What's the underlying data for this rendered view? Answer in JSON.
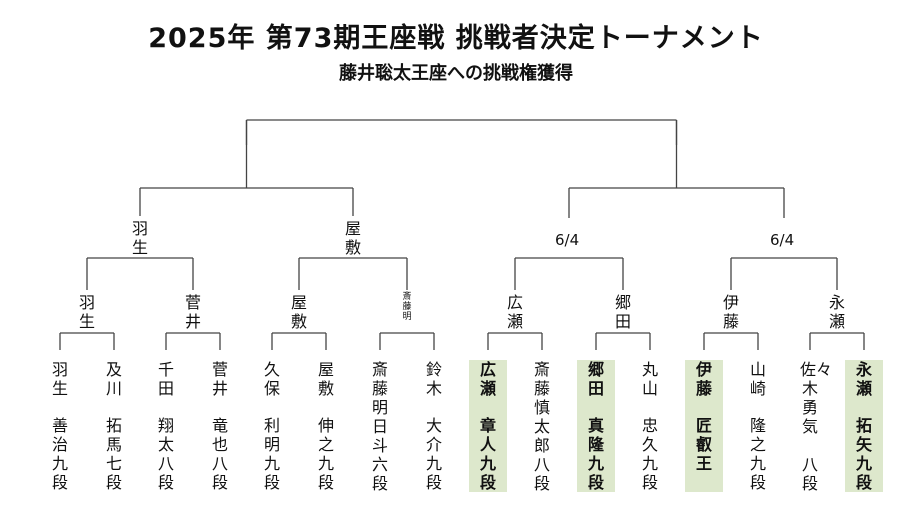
{
  "header": {
    "title": "2025年 第73期王座戦 挑戦者決定トーナメント",
    "subtitle": "藤井聡太王座への挑戦権獲得"
  },
  "tournament": {
    "players": [
      {
        "family": "羽生",
        "given": "善治九段",
        "highlight": false
      },
      {
        "family": "及川",
        "given": "拓馬七段",
        "highlight": false
      },
      {
        "family": "千田",
        "given": "翔太八段",
        "highlight": false
      },
      {
        "family": "菅井",
        "given": "竜也八段",
        "highlight": false
      },
      {
        "family": "久保",
        "given": "利明九段",
        "highlight": false
      },
      {
        "family": "屋敷",
        "given": "伸之九段",
        "highlight": false
      },
      {
        "family": "斎藤明日斗",
        "given": "六段",
        "highlight": false
      },
      {
        "family": "鈴木",
        "given": "大介九段",
        "highlight": false
      },
      {
        "family": "広瀬",
        "given": "章人九段",
        "highlight": true
      },
      {
        "family": "斎藤慎太郎",
        "given": "八段",
        "highlight": false
      },
      {
        "family": "郷田",
        "given": "真隆九段",
        "highlight": true
      },
      {
        "family": "丸山",
        "given": "忠久九段",
        "highlight": false
      },
      {
        "family": "伊藤",
        "given": "匠叡王",
        "highlight": true
      },
      {
        "family": "山崎",
        "given": "隆之九段",
        "highlight": false
      },
      {
        "family": "佐々木勇気",
        "given": "八段",
        "highlight": false
      },
      {
        "family": "永瀬",
        "given": "拓矢九段",
        "highlight": true
      }
    ],
    "round1_winners": [
      "羽生",
      "菅井",
      "屋敷",
      "斎藤明",
      "広瀬",
      "郷田",
      "伊藤",
      "永瀬"
    ],
    "round2_winners": [
      "羽生",
      "屋敷"
    ],
    "round2_dates": [
      "6/4",
      "6/4"
    ]
  }
}
